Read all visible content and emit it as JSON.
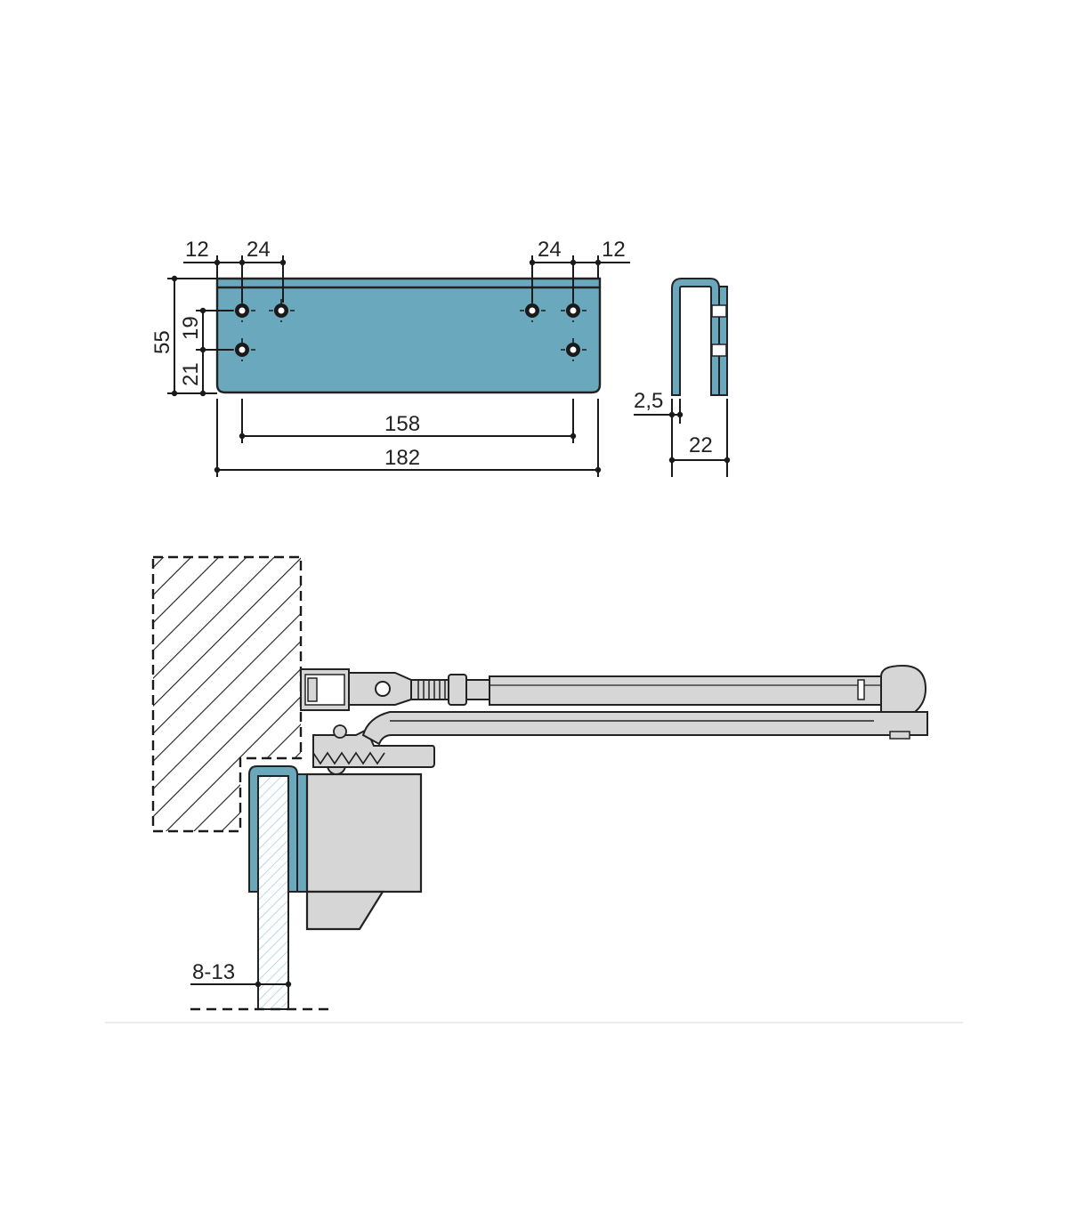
{
  "colors": {
    "plate_fill": "#6aa8bd",
    "metal_fill": "#d6d6d6",
    "glass_fill": "#cfe6ee",
    "line": "#1a1a1a",
    "background": "#ffffff"
  },
  "plate_front_view": {
    "dims": {
      "top_left_edge": "12",
      "top_left_hole": "24",
      "top_right_hole": "24",
      "top_right_edge": "12",
      "height_total": "55",
      "height_upper": "19",
      "height_lower": "21",
      "hole_span": "158",
      "length_total": "182"
    }
  },
  "plate_side_view": {
    "dims": {
      "thickness": "2,5",
      "depth": "22"
    }
  },
  "assembly_view": {
    "dims": {
      "glass_thickness": "8-13"
    }
  }
}
